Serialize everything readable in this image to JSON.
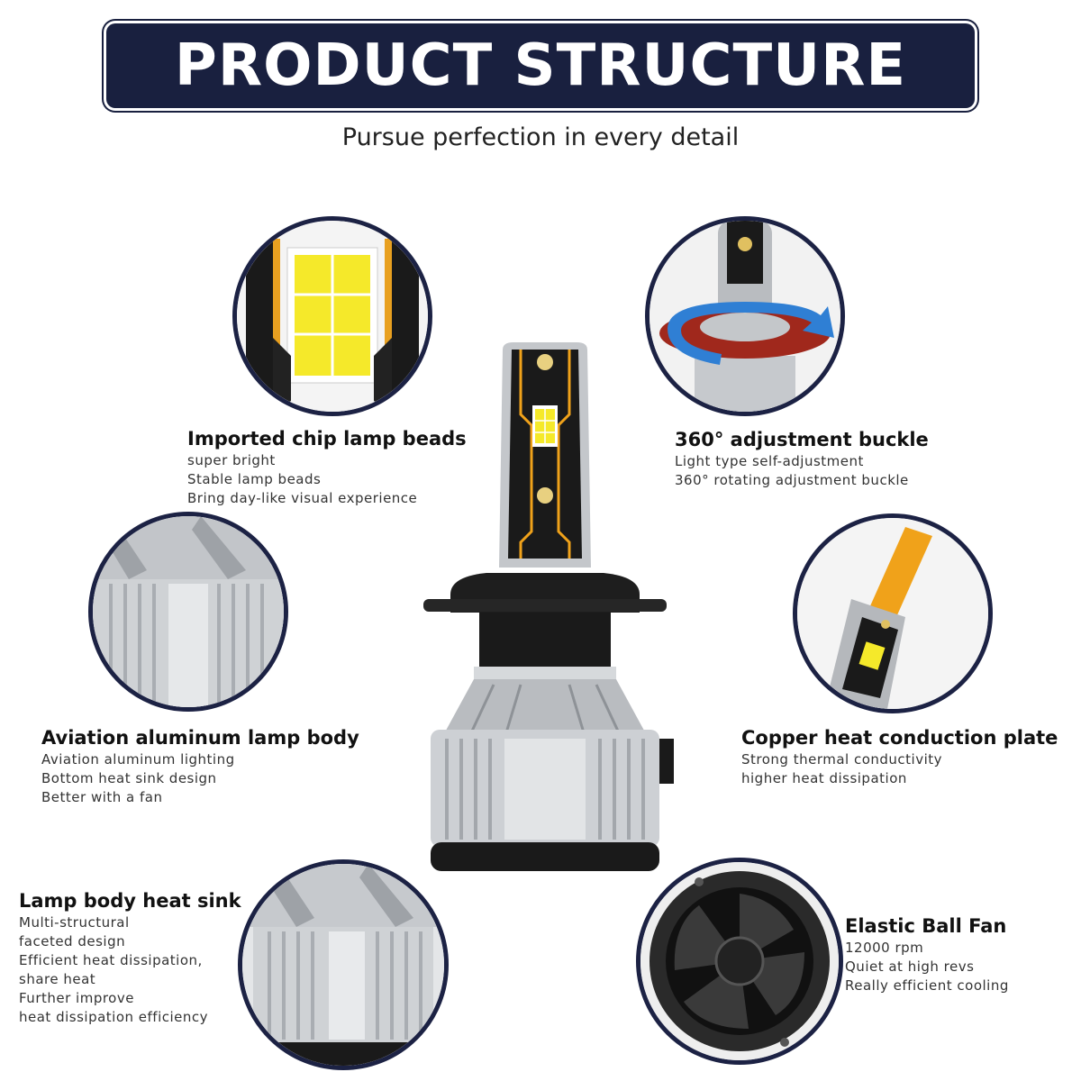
{
  "banner": {
    "title": "PRODUCT STRUCTURE"
  },
  "subtitle": "Pursue perfection in every detail",
  "features": {
    "chip": {
      "title": "Imported chip lamp beads",
      "lines": [
        "super bright",
        "Stable lamp beads",
        "Bring day-like visual experience"
      ]
    },
    "buckle": {
      "title": "360° adjustment buckle",
      "lines": [
        "Light type self-adjustment",
        "360° rotating adjustment buckle"
      ]
    },
    "aluminum": {
      "title": "Aviation aluminum lamp body",
      "lines": [
        "Aviation aluminum lighting",
        "Bottom heat sink design",
        "Better with a fan"
      ]
    },
    "copper": {
      "title": "Copper heat conduction plate",
      "lines": [
        "Strong thermal conductivity",
        "higher heat dissipation"
      ]
    },
    "heatsink": {
      "title": "Lamp body heat sink",
      "lines": [
        "Multi-structural",
        "faceted design",
        "Efficient heat dissipation,",
        "share heat",
        "Further improve",
        "heat dissipation efficiency"
      ]
    },
    "fan": {
      "title": "Elastic Ball Fan",
      "lines": [
        "12000 rpm",
        "Quiet at high revs",
        "Really efficient cooling"
      ]
    }
  },
  "colors": {
    "navy": "#19203f",
    "chip_yellow": "#f5e92a",
    "copper_orange": "#f0a21a",
    "aluminum": "#c8ccd0",
    "buckle_blue": "#2f7fd4",
    "buckle_red": "#a0281c"
  },
  "icons": [
    "led-chip-closeup",
    "rotation-arrow-icon",
    "aluminum-body-closeup",
    "copper-plate-closeup",
    "heat-sink-closeup",
    "fan-closeup",
    "led-bulb-illustration"
  ]
}
